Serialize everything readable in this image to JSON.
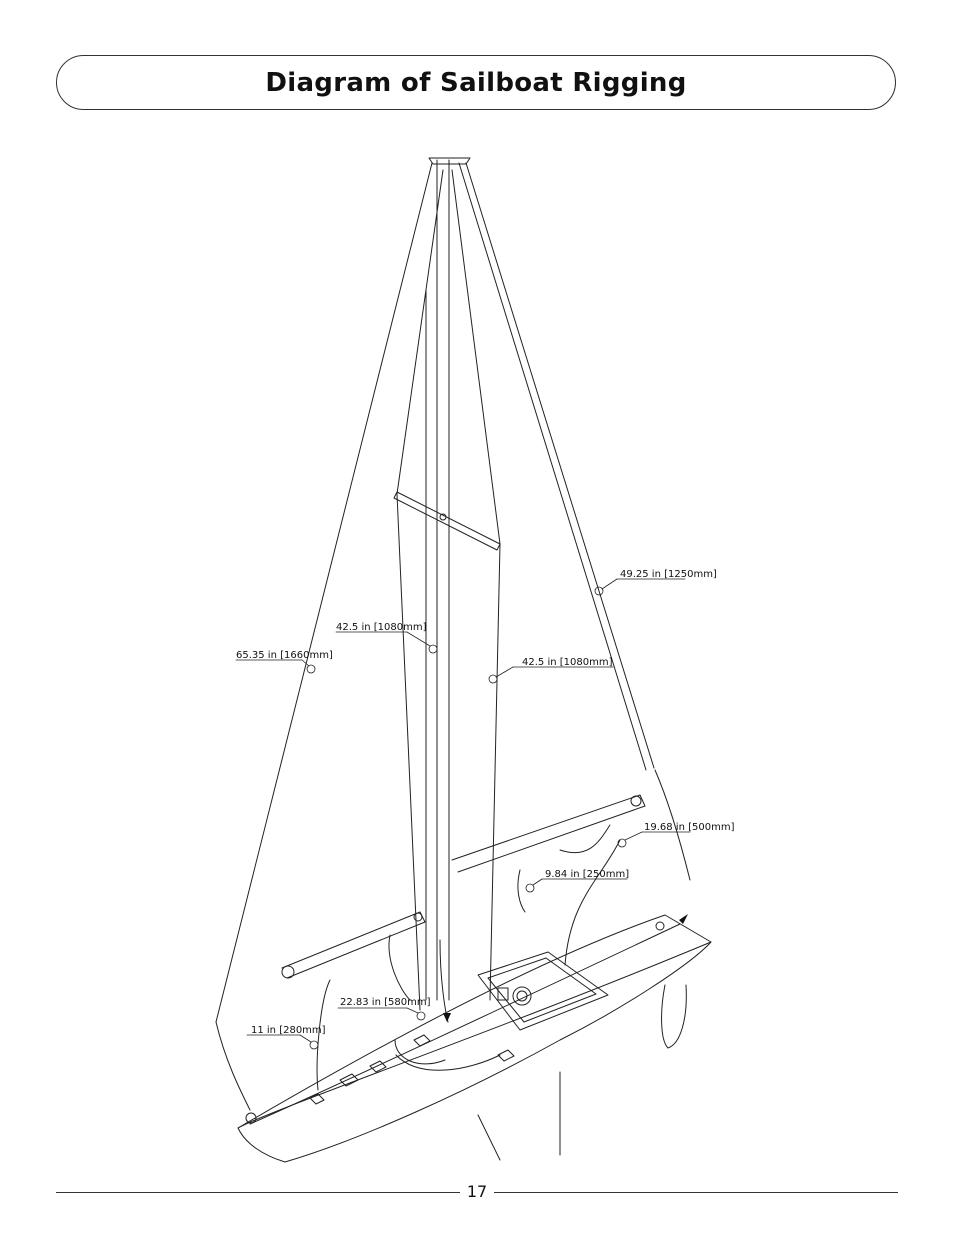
{
  "title": "Diagram of Sailboat Rigging",
  "page_number": "17",
  "measurements": [
    {
      "id": "m1",
      "text": "49.25 in [1250mm]"
    },
    {
      "id": "m2",
      "text": "42.5 in [1080mm]"
    },
    {
      "id": "m3",
      "text": "65.35 in [1660mm]"
    },
    {
      "id": "m4",
      "text": "42.5 in [1080mm]"
    },
    {
      "id": "m5",
      "text": "19.68 in [500mm]"
    },
    {
      "id": "m6",
      "text": "9.84 in [250mm]"
    },
    {
      "id": "m7",
      "text": "22.83 in [580mm]"
    },
    {
      "id": "m8",
      "text": "11 in [280mm]"
    }
  ]
}
